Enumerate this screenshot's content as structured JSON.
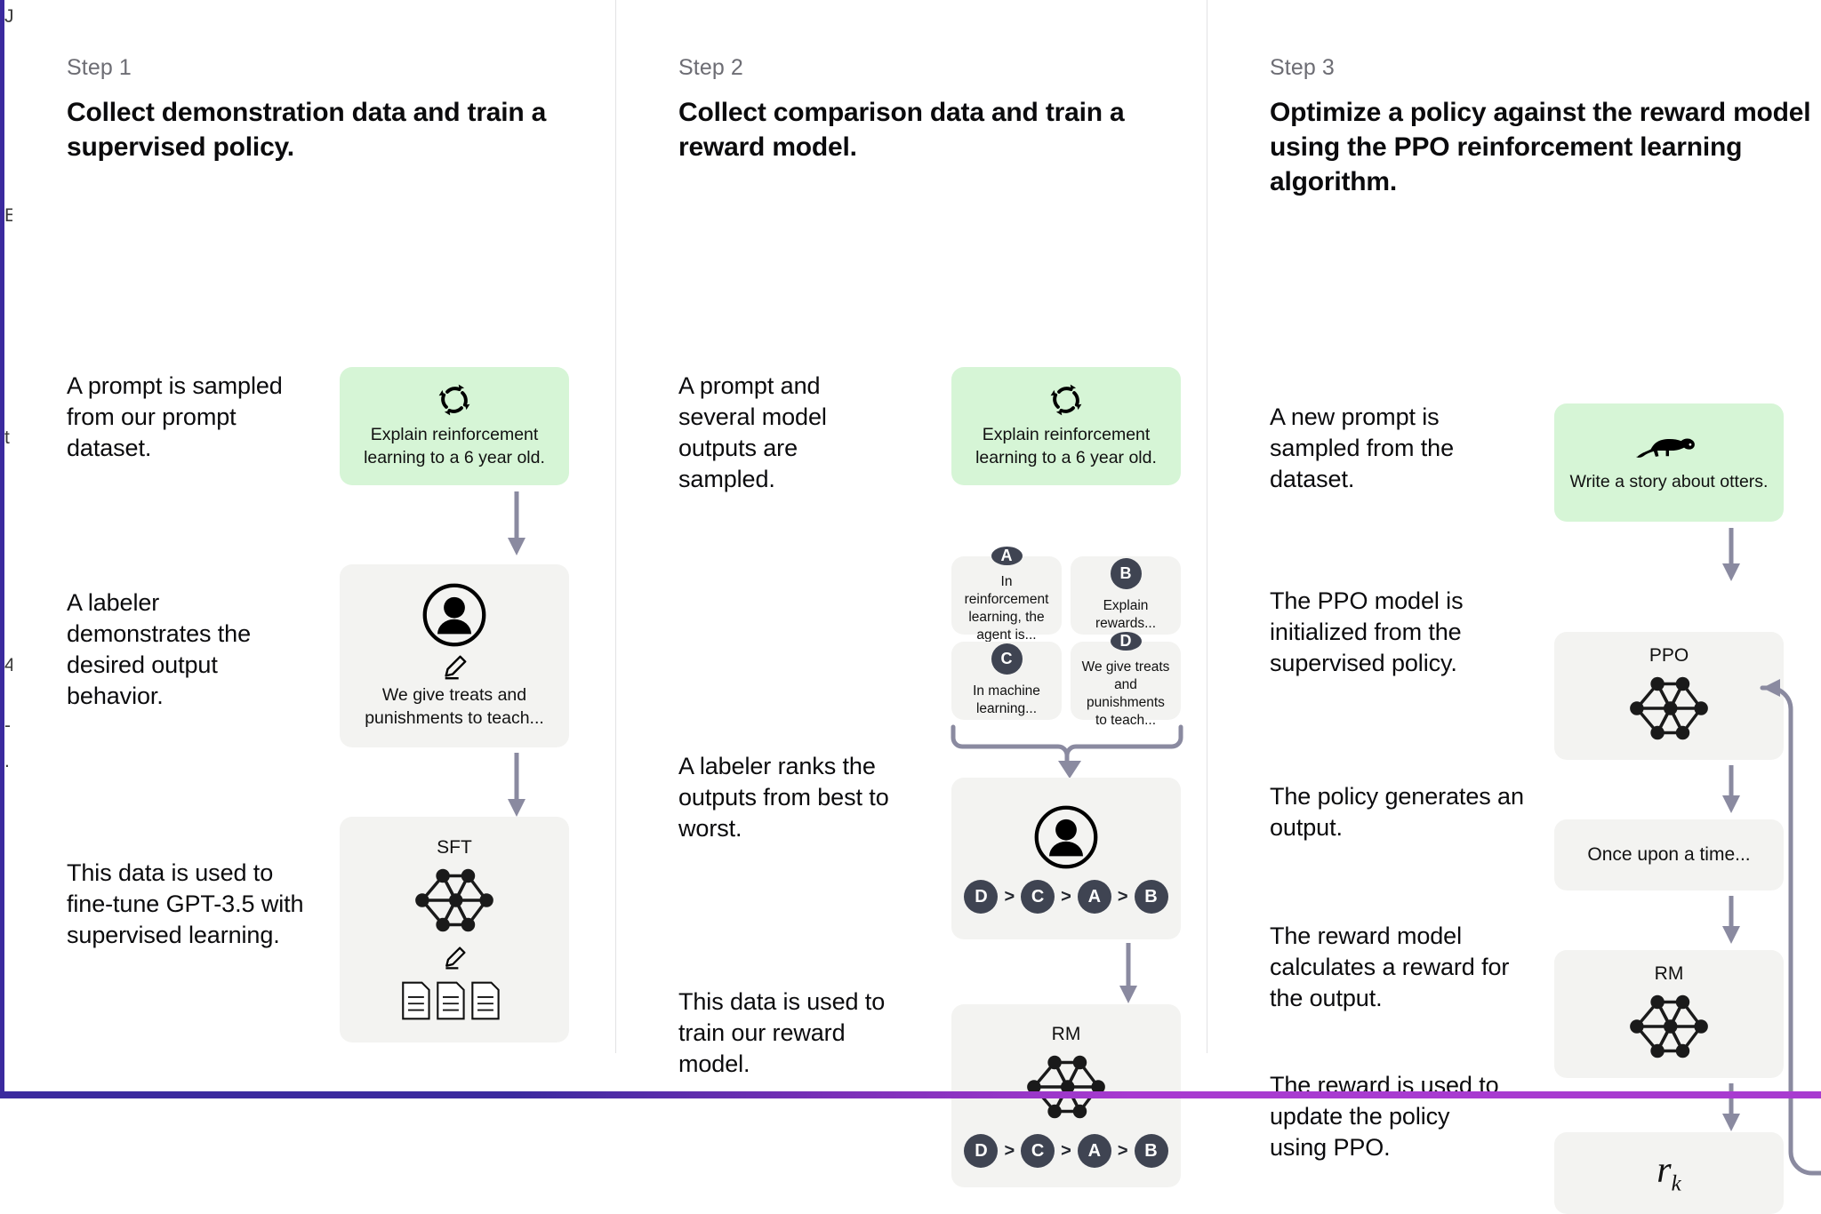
{
  "page": {
    "accent_left_border": "#3B2A9E",
    "bottom_gradient_from": "#3B2A9E",
    "bottom_gradient_to": "#A83BD0",
    "card_bg": "#F3F3F1",
    "prompt_card_bg": "#D6F5D6",
    "pill_bg": "#3F4452",
    "arrow_color": "#8A8AA0"
  },
  "steps": [
    {
      "label": "Step 1",
      "title": "Collect demonstration data and train a supervised policy.",
      "notes": [
        "A prompt is sampled from our prompt dataset.",
        "A labeler demonstrates the desired output behavior.",
        "This data is used to fine-tune GPT-3.5 with supervised learning."
      ],
      "cards": [
        {
          "kind": "prompt",
          "icon": "cycle-icon",
          "text": "Explain reinforcement learning to a 6 year old."
        },
        {
          "kind": "labeler",
          "icon": "person-circle-icon",
          "sub_icon": "pencil-icon",
          "text": "We give treats and punishments to teach..."
        },
        {
          "kind": "model",
          "title": "SFT",
          "icon": "neural-net-icon",
          "sub_icon": "pencil-icon",
          "extra_icon": "documents-icon"
        }
      ]
    },
    {
      "label": "Step 2",
      "title": "Collect comparison data and train a reward model.",
      "notes": [
        "A prompt and several model outputs are sampled.",
        "A labeler ranks the outputs from best to worst.",
        "This data is used to train our reward model."
      ],
      "cards": [
        {
          "kind": "prompt",
          "icon": "cycle-icon",
          "text": "Explain reinforcement learning to a 6 year old."
        },
        {
          "kind": "options",
          "options": [
            {
              "badge": "A",
              "text": "In reinforcement learning, the agent is..."
            },
            {
              "badge": "B",
              "text": "Explain rewards..."
            },
            {
              "badge": "C",
              "text": "In machine learning..."
            },
            {
              "badge": "D",
              "text": "We give treats and punishments to teach..."
            }
          ]
        },
        {
          "kind": "labeler-rank",
          "icon": "person-circle-icon",
          "ranking": [
            "D",
            "C",
            "A",
            "B"
          ],
          "separator": ">"
        },
        {
          "kind": "model-rank",
          "title": "RM",
          "icon": "neural-net-icon",
          "ranking": [
            "D",
            "C",
            "A",
            "B"
          ],
          "separator": ">"
        }
      ]
    },
    {
      "label": "Step 3",
      "title": "Optimize a policy against the reward model using the PPO reinforcement learning algorithm.",
      "notes": [
        "A new prompt is sampled from the dataset.",
        "The PPO model is initialized from the supervised policy.",
        "The policy generates an output.",
        "The reward model calculates a reward for the output.",
        "The reward is used to update the policy using PPO."
      ],
      "cards": [
        {
          "kind": "prompt",
          "icon": "otter-icon",
          "text": "Write a story about otters."
        },
        {
          "kind": "model",
          "title": "PPO",
          "icon": "neural-net-icon"
        },
        {
          "kind": "output",
          "text": "Once upon a time..."
        },
        {
          "kind": "model",
          "title": "RM",
          "icon": "neural-net-icon"
        },
        {
          "kind": "reward",
          "text": "r",
          "subscript": "k"
        }
      ]
    }
  ],
  "edge_fragments": [
    "J",
    "E",
    "t",
    "4",
    "-",
    "."
  ]
}
